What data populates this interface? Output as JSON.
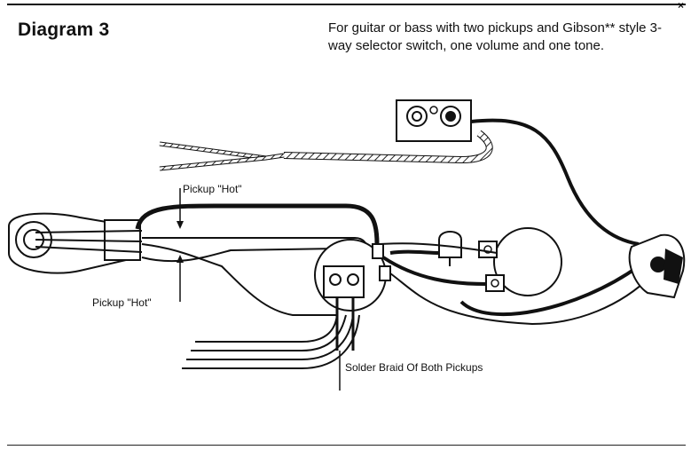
{
  "title": "Diagram 3",
  "description": "For guitar or bass with two pickups and Gibson** style 3-way selector switch, one volume and one tone.",
  "labels": {
    "pickup_hot_top": "Pickup \"Hot\"",
    "pickup_hot_bottom": "Pickup \"Hot\"",
    "solder_braid": "Solder Braid Of Both Pickups"
  },
  "icons": {
    "selector_switch": "selector-switch-icon",
    "output_jack": "output-jack-icon",
    "volume_pot": "volume-pot-icon",
    "tone_pot": "tone-pot-icon",
    "capacitor": "capacitor-icon",
    "jack_plate": "jack-plate-icon"
  },
  "colors": {
    "ink": "#111111",
    "paper": "#ffffff"
  }
}
